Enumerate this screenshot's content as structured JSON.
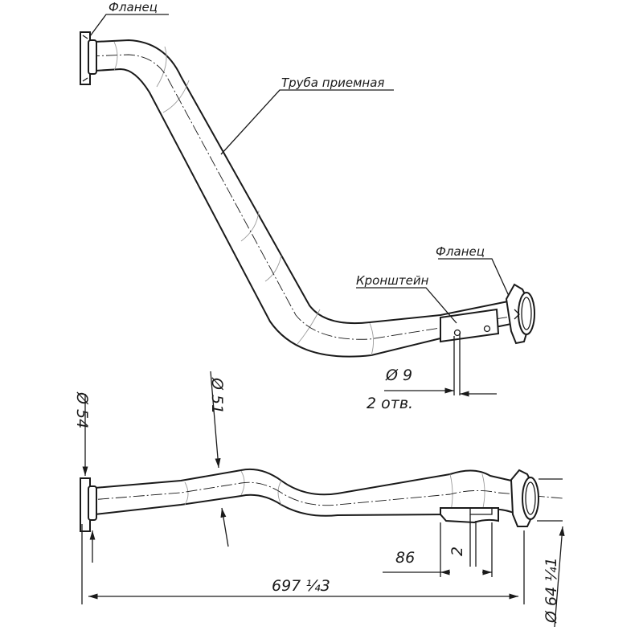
{
  "labels": {
    "flange_top": "Фланец",
    "pipe": "Труба приемная",
    "flange_right": "Фланец",
    "bracket": "Кронштейн",
    "holes_dia": "Ø 9",
    "holes_count": "2 отв."
  },
  "dimensions": {
    "dia_inlet": "Ø 54",
    "dia_pipe": "Ø 51",
    "dia_outlet": "Ø 64 ¼1",
    "bracket_offset": "86",
    "bracket_gap": "2",
    "overall_length": "697 ¼3"
  }
}
